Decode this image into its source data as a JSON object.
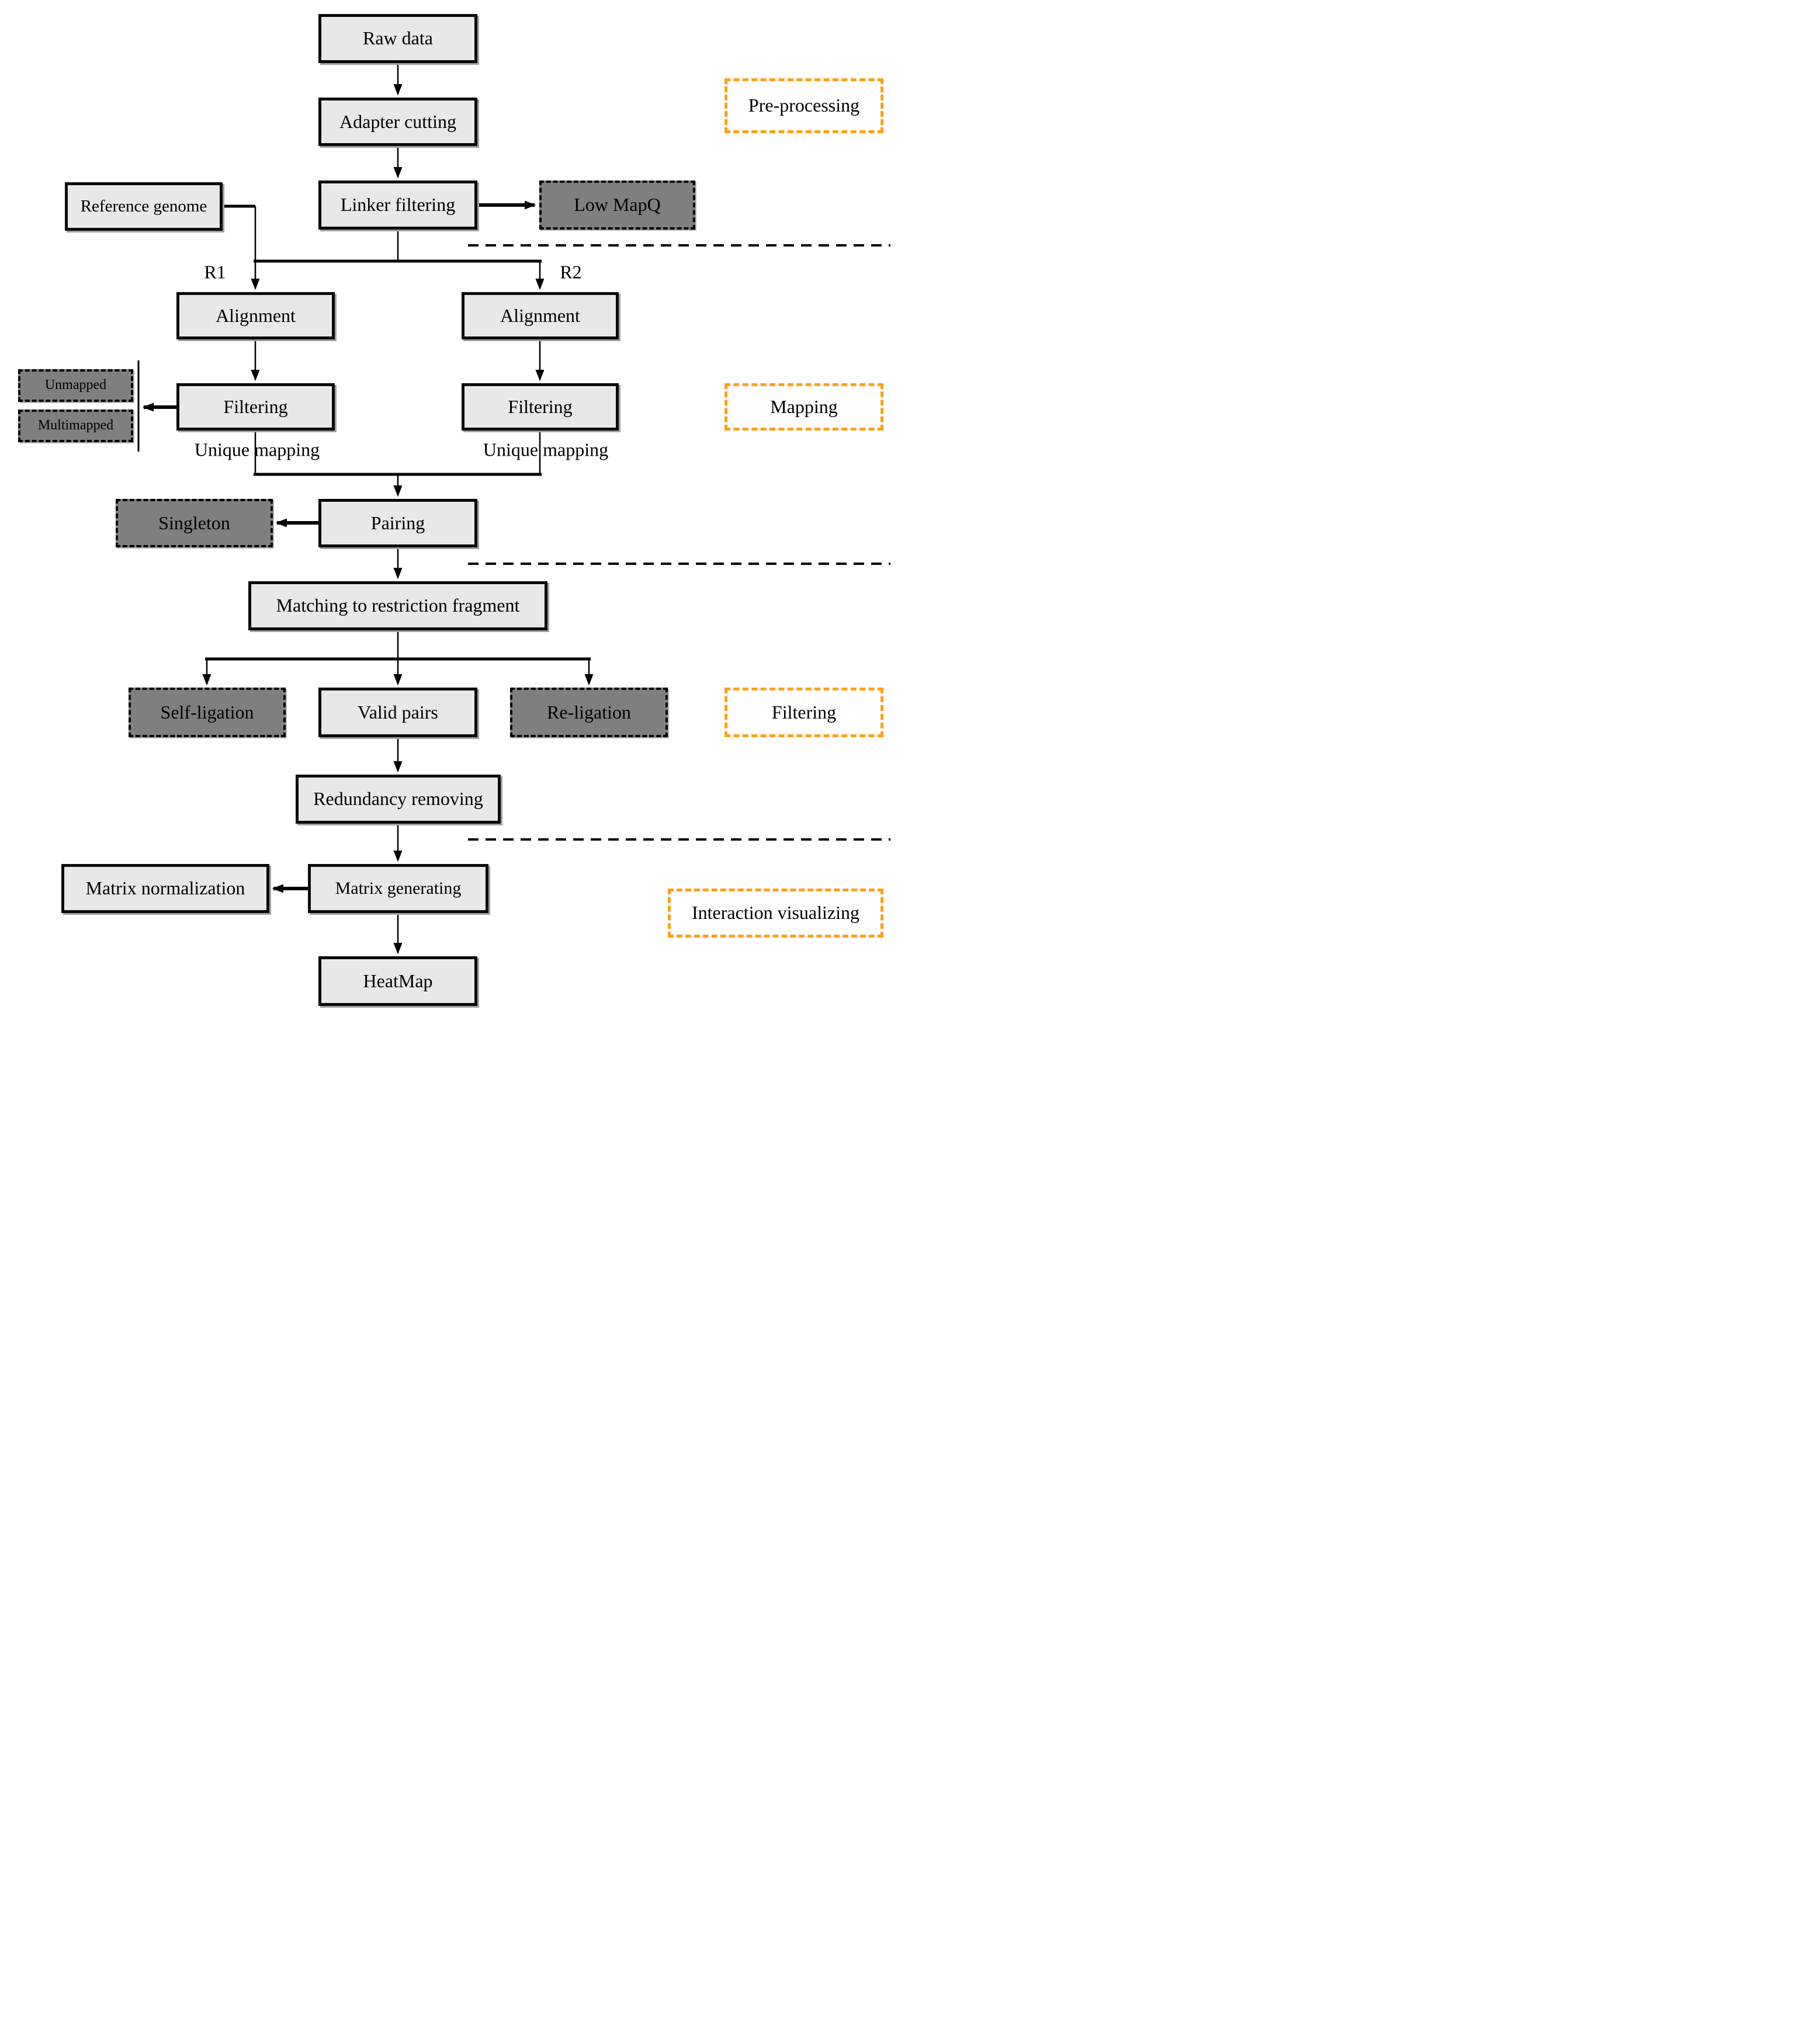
{
  "diagram": {
    "type": "flowchart",
    "colors": {
      "process_fill": "#e8e8e8",
      "discard_fill": "#7f7f7f",
      "stage_border": "#fca018",
      "line": "#000000",
      "background": "#ffffff"
    },
    "nodes": {
      "raw_data": {
        "label": "Raw data",
        "type": "process"
      },
      "adapter_cutting": {
        "label": "Adapter cutting",
        "type": "process"
      },
      "linker_filtering": {
        "label": "Linker filtering",
        "type": "process"
      },
      "low_mapq": {
        "label": "Low MapQ",
        "type": "discard"
      },
      "reference_genome": {
        "label": "Reference genome",
        "type": "process"
      },
      "alignment_r1": {
        "label": "Alignment",
        "type": "process"
      },
      "alignment_r2": {
        "label": "Alignment",
        "type": "process"
      },
      "filtering_r1": {
        "label": "Filtering",
        "type": "process"
      },
      "filtering_r2": {
        "label": "Filtering",
        "type": "process"
      },
      "unmapped": {
        "label": "Unmapped",
        "type": "discard"
      },
      "multimapped": {
        "label": "Multimapped",
        "type": "discard"
      },
      "singleton": {
        "label": "Singleton",
        "type": "discard"
      },
      "pairing": {
        "label": "Pairing",
        "type": "process"
      },
      "matching": {
        "label": "Matching to restriction fragment",
        "type": "process"
      },
      "self_ligation": {
        "label": "Self-ligation",
        "type": "discard"
      },
      "valid_pairs": {
        "label": "Valid pairs",
        "type": "process"
      },
      "re_ligation": {
        "label": "Re-ligation",
        "type": "discard"
      },
      "redundancy_removing": {
        "label": "Redundancy removing",
        "type": "process"
      },
      "matrix_normalization": {
        "label": "Matrix normalization",
        "type": "process"
      },
      "matrix_generating": {
        "label": "Matrix generating",
        "type": "process"
      },
      "heatmap": {
        "label": "HeatMap",
        "type": "process"
      }
    },
    "stages": {
      "pre_processing": {
        "label": "Pre-processing"
      },
      "mapping": {
        "label": "Mapping"
      },
      "filtering": {
        "label": "Filtering"
      },
      "interaction_visualizing": {
        "label": "Interaction visualizing"
      }
    },
    "labels": {
      "r1": "R1",
      "r2": "R2",
      "unique_mapping_r1": "Unique mapping",
      "unique_mapping_r2": "Unique mapping"
    }
  }
}
